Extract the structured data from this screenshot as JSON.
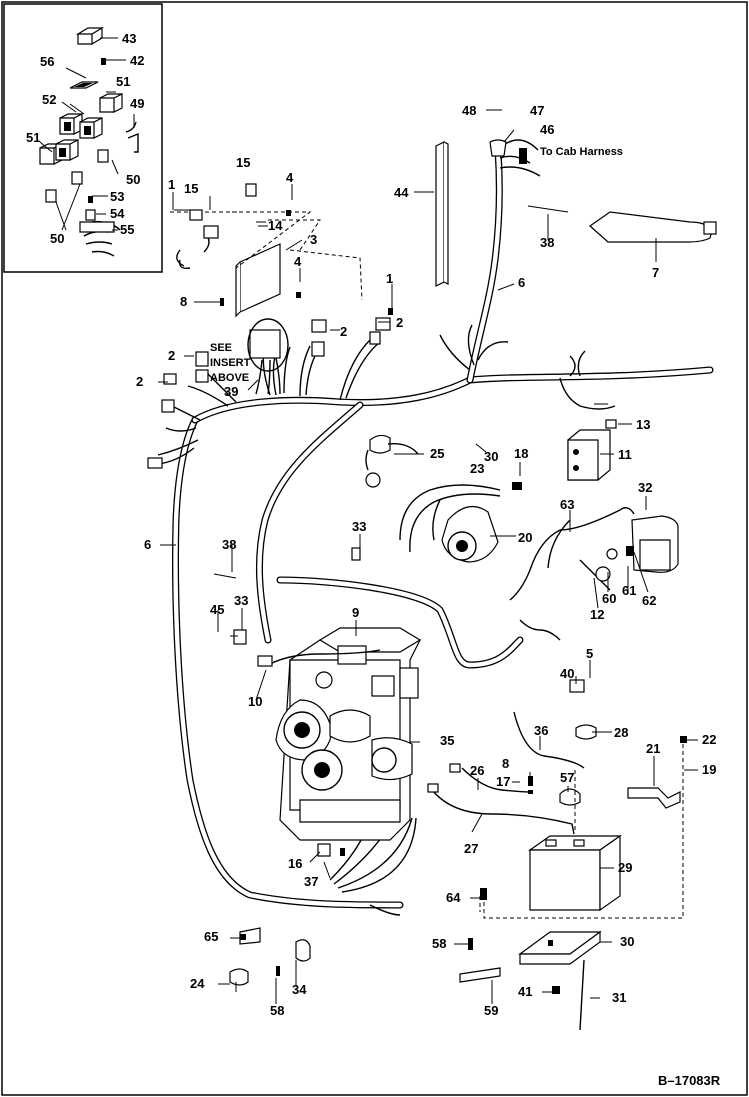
{
  "figure_id": "B–17083R",
  "insert_callouts": [
    "43",
    "42",
    "56",
    "51",
    "52",
    "49",
    "51",
    "50",
    "53",
    "54",
    "55",
    "50"
  ],
  "main_callouts": {
    "c1": "1",
    "c15": "15",
    "c4": "4",
    "c14": "14",
    "c3": "3",
    "c8": "8",
    "c4b": "4",
    "c1b": "1",
    "c2a": "2",
    "c2b": "2",
    "c2c": "2",
    "c2d": "2",
    "c39": "39",
    "c6": "6",
    "c44": "44",
    "c48": "48",
    "c47": "47",
    "c46": "46",
    "c38": "38",
    "c7": "7",
    "c6b": "6",
    "c13": "13",
    "c11": "11",
    "c25": "25",
    "c30": "30",
    "c23": "23",
    "c18": "18",
    "c32": "32",
    "c63": "63",
    "c20": "20",
    "c33": "33",
    "c38b": "38",
    "c45": "45",
    "c33b": "33",
    "c9": "9",
    "c10": "10",
    "c60": "60",
    "c61": "61",
    "c62": "62",
    "c12": "12",
    "c5": "5",
    "c40": "40",
    "c36": "36",
    "c28": "28",
    "c22": "22",
    "c35": "35",
    "c8b": "8",
    "c17": "17",
    "c26": "26",
    "c57": "57",
    "c21": "21",
    "c19": "19",
    "c27": "27",
    "c16": "16",
    "c37": "37",
    "c29": "29",
    "c64": "64",
    "c65": "65",
    "c58": "58",
    "c30b": "30",
    "c24": "24",
    "c34": "34",
    "c58b": "58",
    "c59": "59",
    "c41": "41",
    "c31": "31"
  },
  "notes": {
    "see_insert": [
      "SEE",
      "INSERT",
      "ABOVE"
    ],
    "to_cab_harness": "To Cab Harness"
  }
}
